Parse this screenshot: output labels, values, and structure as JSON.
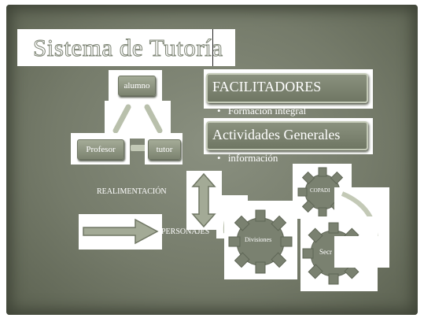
{
  "slide": {
    "title": "Sistema de Tutoría",
    "nodes": {
      "alumno": "alumno",
      "profesor": "Profesor",
      "tutor": "tutor"
    },
    "boxes": {
      "facilitadores": "FACILITADORES",
      "facilitadores_bullet": "Formación integral",
      "actividades": "Actividades Generales",
      "actividades_bullet": "información"
    },
    "labels": {
      "realimentacion": "REALIMENTACIÓN",
      "personajes": "PERSONAJES",
      "copadi": "COPADI",
      "divisiones": "Divisiones",
      "secretaria": "Secr"
    },
    "bullet_glyph": "•"
  }
}
